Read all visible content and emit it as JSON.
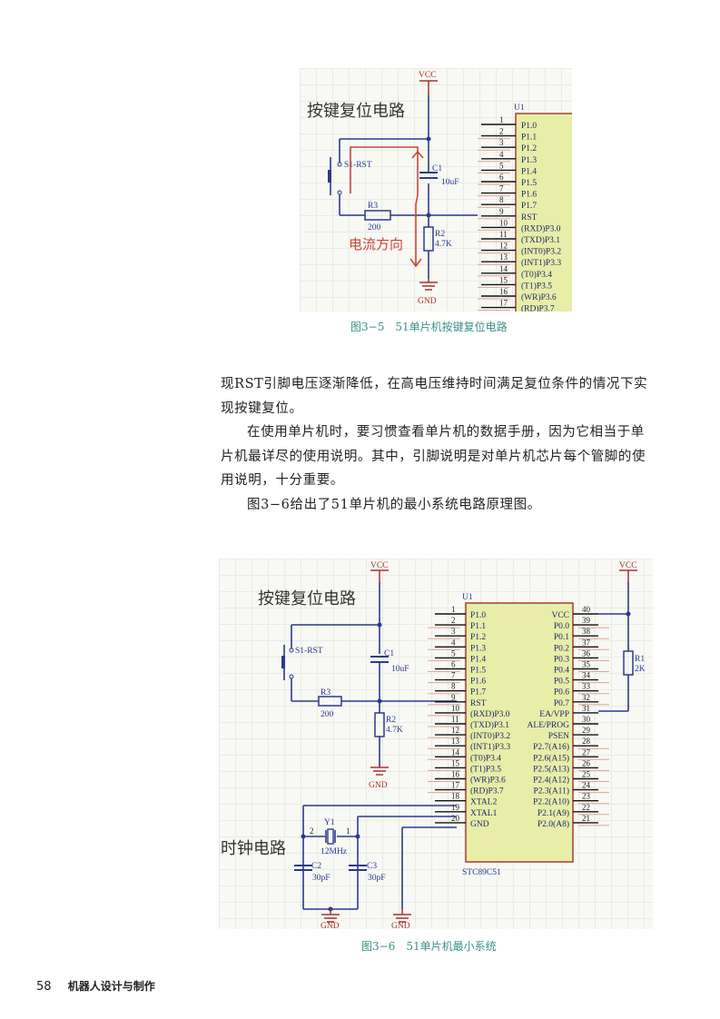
{
  "figure1": {
    "title": "按键复位电路",
    "current_label": "电流方向",
    "vcc": "VCC",
    "gnd": "GND",
    "chip_ref": "U1",
    "switch": "S1-RST",
    "c1_ref": "C1",
    "c1_val": "10uF",
    "r3_ref": "R3",
    "r3_val": "200",
    "r2_ref": "R2",
    "r2_val": "4.7K",
    "pins": [
      {
        "num": "1",
        "name": "P1.0"
      },
      {
        "num": "2",
        "name": "P1.1"
      },
      {
        "num": "3",
        "name": "P1.2"
      },
      {
        "num": "4",
        "name": "P1.3"
      },
      {
        "num": "5",
        "name": "P1.4"
      },
      {
        "num": "6",
        "name": "P1.5"
      },
      {
        "num": "7",
        "name": "P1.6"
      },
      {
        "num": "8",
        "name": "P1.7"
      },
      {
        "num": "9",
        "name": "RST"
      },
      {
        "num": "10",
        "name": "(RXD)P3.0"
      },
      {
        "num": "11",
        "name": "(TXD)P3.1"
      },
      {
        "num": "12",
        "name": "(INT0)P3.2"
      },
      {
        "num": "13",
        "name": "(INT1)P3.3"
      },
      {
        "num": "14",
        "name": "(T0)P3.4"
      },
      {
        "num": "15",
        "name": "(T1)P3.5"
      },
      {
        "num": "16",
        "name": "(WR)P3.6"
      },
      {
        "num": "17",
        "name": "(RD)P3.7"
      }
    ],
    "caption": "图3−5　51单片机按键复位电路"
  },
  "body": {
    "p1": "现RST引脚电压逐渐降低，在高电压维持时间满足复位条件的情况下实现按键复位。",
    "p2": "在使用单片机时，要习惯查看单片机的数据手册，因为它相当于单片机最详尽的使用说明。其中，引脚说明是对单片机芯片每个管脚的使用说明，十分重要。",
    "p3": "图3−6给出了51单片机的最小系统电路原理图。"
  },
  "figure2": {
    "reset_title": "按键复位电路",
    "clock_title": "时钟电路",
    "vcc": "VCC",
    "gnd": "GND",
    "chip_ref": "U1",
    "chip_part": "STC89C51",
    "switch": "S1-RST",
    "c1_ref": "C1",
    "c1_val": "10uF",
    "r3_ref": "R3",
    "r3_val": "200",
    "r2_ref": "R2",
    "r2_val": "4.7K",
    "r1_ref": "R1",
    "r1_val": "2K",
    "y1_ref": "Y1",
    "y1_val": "12MHz",
    "y1_pin_left": "2",
    "y1_pin_right": "1",
    "c2_ref": "C2",
    "c2_val": "30pF",
    "c3_ref": "C3",
    "c3_val": "30pF",
    "left_pins": [
      {
        "num": "1",
        "name": "P1.0"
      },
      {
        "num": "2",
        "name": "P1.1"
      },
      {
        "num": "3",
        "name": "P1.2"
      },
      {
        "num": "4",
        "name": "P1.3"
      },
      {
        "num": "5",
        "name": "P1.4"
      },
      {
        "num": "6",
        "name": "P1.5"
      },
      {
        "num": "7",
        "name": "P1.6"
      },
      {
        "num": "8",
        "name": "P1.7"
      },
      {
        "num": "9",
        "name": "RST"
      },
      {
        "num": "10",
        "name": "(RXD)P3.0"
      },
      {
        "num": "11",
        "name": "(TXD)P3.1"
      },
      {
        "num": "12",
        "name": "(INT0)P3.2"
      },
      {
        "num": "13",
        "name": "(INT1)P3.3"
      },
      {
        "num": "14",
        "name": "(T0)P3.4"
      },
      {
        "num": "15",
        "name": "(T1)P3.5"
      },
      {
        "num": "16",
        "name": "(WR)P3.6"
      },
      {
        "num": "17",
        "name": "(RD)P3.7"
      },
      {
        "num": "18",
        "name": "XTAL2"
      },
      {
        "num": "19",
        "name": "XTAL1"
      },
      {
        "num": "20",
        "name": "GND"
      }
    ],
    "right_pins": [
      {
        "num": "40",
        "name": "VCC"
      },
      {
        "num": "39",
        "name": "P0.0"
      },
      {
        "num": "38",
        "name": "P0.1"
      },
      {
        "num": "37",
        "name": "P0.2"
      },
      {
        "num": "36",
        "name": "P0.3"
      },
      {
        "num": "35",
        "name": "P0.4"
      },
      {
        "num": "34",
        "name": "P0.5"
      },
      {
        "num": "33",
        "name": "P0.6"
      },
      {
        "num": "32",
        "name": "P0.7"
      },
      {
        "num": "31",
        "name": "EA/VPP"
      },
      {
        "num": "30",
        "name": "ALE/PROG"
      },
      {
        "num": "29",
        "name": "PSEN"
      },
      {
        "num": "28",
        "name": "P2.7(A16)"
      },
      {
        "num": "27",
        "name": "P2.6(A15)"
      },
      {
        "num": "26",
        "name": "P2.5(A13)"
      },
      {
        "num": "25",
        "name": "P2.4(A12)"
      },
      {
        "num": "24",
        "name": "P2.3(A11)"
      },
      {
        "num": "23",
        "name": "P2.2(A10)"
      },
      {
        "num": "22",
        "name": "P2.1(A9)"
      },
      {
        "num": "21",
        "name": "P2.0(A8)"
      }
    ],
    "caption": "图3−6　51单片机最小系统"
  },
  "footer": {
    "page": "58",
    "book_title": "机器人设计与制作"
  },
  "colors": {
    "wire": "#2b3a8f",
    "power": "#a8332d",
    "chip_fill": "#e8eda8",
    "caption": "#3a9088",
    "current_arrow": "#c9463a"
  }
}
